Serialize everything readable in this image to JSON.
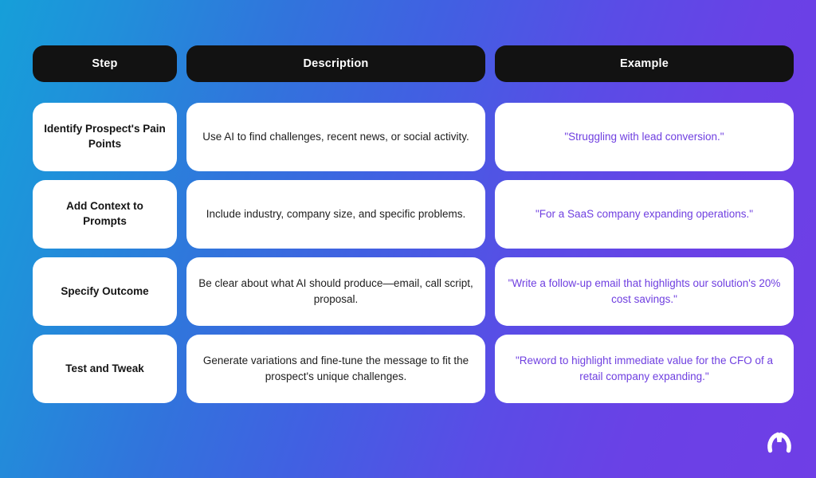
{
  "background": {
    "gradient_from": "#169fd9",
    "gradient_to": "#6f3ee6",
    "direction": "left-to-right diagonal"
  },
  "colors": {
    "header_bg": "#121212",
    "header_text": "#ffffff",
    "card_bg": "#ffffff",
    "step_text": "#141414",
    "description_text": "#1d1d1d",
    "example_text": "#6f3fe0",
    "logo": "#ffffff"
  },
  "table": {
    "headers": [
      {
        "label": "Step"
      },
      {
        "label": "Description"
      },
      {
        "label": "Example"
      }
    ],
    "rows": [
      {
        "step": "Identify Prospect's Pain Points",
        "description": "Use AI to find challenges, recent news, or social activity.",
        "example": "\"Struggling with lead conversion.\""
      },
      {
        "step": "Add Context to Prompts",
        "description": "Include industry, company size, and specific problems.",
        "example": "\"For a SaaS company expanding operations.\""
      },
      {
        "step": "Specify Outcome",
        "description": "Be clear about what AI should produce—email, call script, proposal.",
        "example": "\"Write a follow-up email that highlights our solution's 20% cost savings.\""
      },
      {
        "step": "Test and Tweak",
        "description": "Generate variations and fine-tune the message to fit the prospect's unique challenges.",
        "example": "\"Reword to highlight immediate value for the CFO of a retail company expanding.\""
      }
    ]
  },
  "logo": {
    "name": "brand-arch-logo"
  }
}
